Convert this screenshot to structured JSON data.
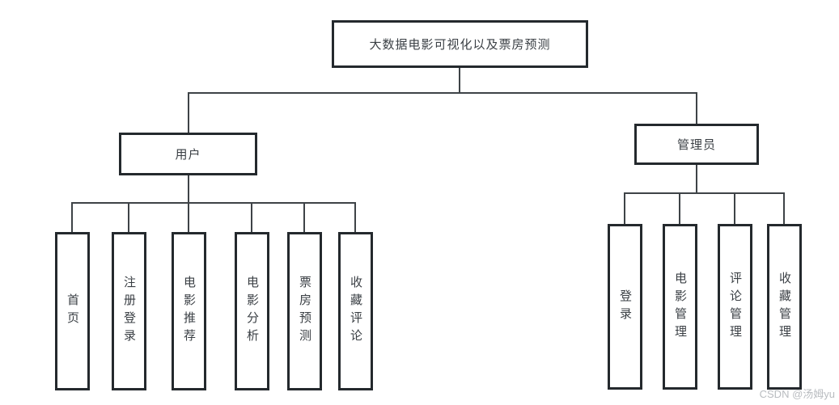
{
  "diagram": {
    "root": {
      "label": "大数据电影可视化以及票房预测"
    },
    "branches": [
      {
        "label": "用户",
        "children": [
          {
            "label": "首页"
          },
          {
            "label": "注册登录"
          },
          {
            "label": "电影推荐"
          },
          {
            "label": "电影分析"
          },
          {
            "label": "票房预测"
          },
          {
            "label": "收藏评论"
          }
        ]
      },
      {
        "label": "管理员",
        "children": [
          {
            "label": "登录"
          },
          {
            "label": "电影管理"
          },
          {
            "label": "评论管理"
          },
          {
            "label": "收藏管理"
          }
        ]
      }
    ],
    "colors": {
      "box_border": "#24292d",
      "connector": "#3e4347",
      "text": "#3a3f44",
      "background": "#ffffff",
      "watermark_text": "#b9bcc0"
    }
  },
  "watermark": {
    "text": "CSDN @汤姆yu"
  }
}
